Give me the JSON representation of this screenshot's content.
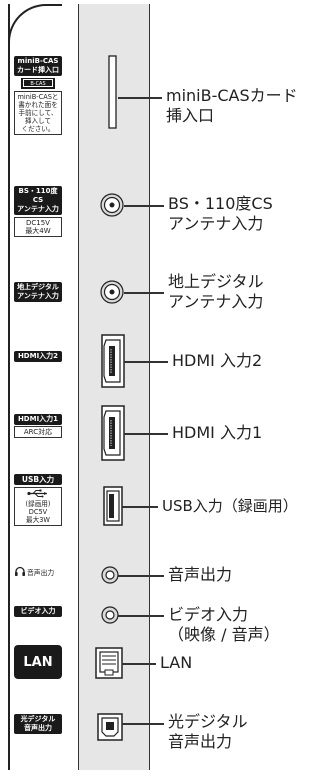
{
  "labels": {
    "minib_title1": "miniB-CAS",
    "minib_title2": "カード挿入口",
    "minib_icon": "B-CAS",
    "minib_note": [
      "miniB-CASと",
      "書かれた面を",
      "手前にして、",
      "挿入して",
      "ください。"
    ],
    "bs_title1": "BS・110度CS",
    "bs_title2": "アンテナ入力",
    "bs_note1": "DC15V",
    "bs_note2": "最大4W",
    "terr_title1": "地上デジタル",
    "terr_title2": "アンテナ入力",
    "hdmi2": "HDMI入力2",
    "hdmi1": "HDMI入力1",
    "hdmi1_note": "ARC対応",
    "usb_title": "USB入力",
    "usb_note": [
      "(録画用)",
      "DC5V",
      "最大3W"
    ],
    "audio_out_small": "音声出力",
    "video_in_small": "ビデオ入力",
    "lan": "LAN",
    "optical1": "光デジタル",
    "optical2": "音声出力"
  },
  "callouts": {
    "minib": [
      "miniB-CASカード",
      "挿入口"
    ],
    "bs": [
      "BS・110度CS",
      "アンテナ入力"
    ],
    "terr": [
      "地上デジタル",
      "アンテナ入力"
    ],
    "hdmi2": "HDMI 入力2",
    "hdmi1": "HDMI 入力1",
    "usb": "USB入力（録画用）",
    "audio": "音声出力",
    "video": [
      "ビデオ入力",
      "（映像 / 音声）"
    ],
    "lan": "LAN",
    "optical": [
      "光デジタル",
      "音声出力"
    ]
  },
  "icons": [
    "usb-icon",
    "headphone-icon",
    "b-cas-card-icon"
  ]
}
